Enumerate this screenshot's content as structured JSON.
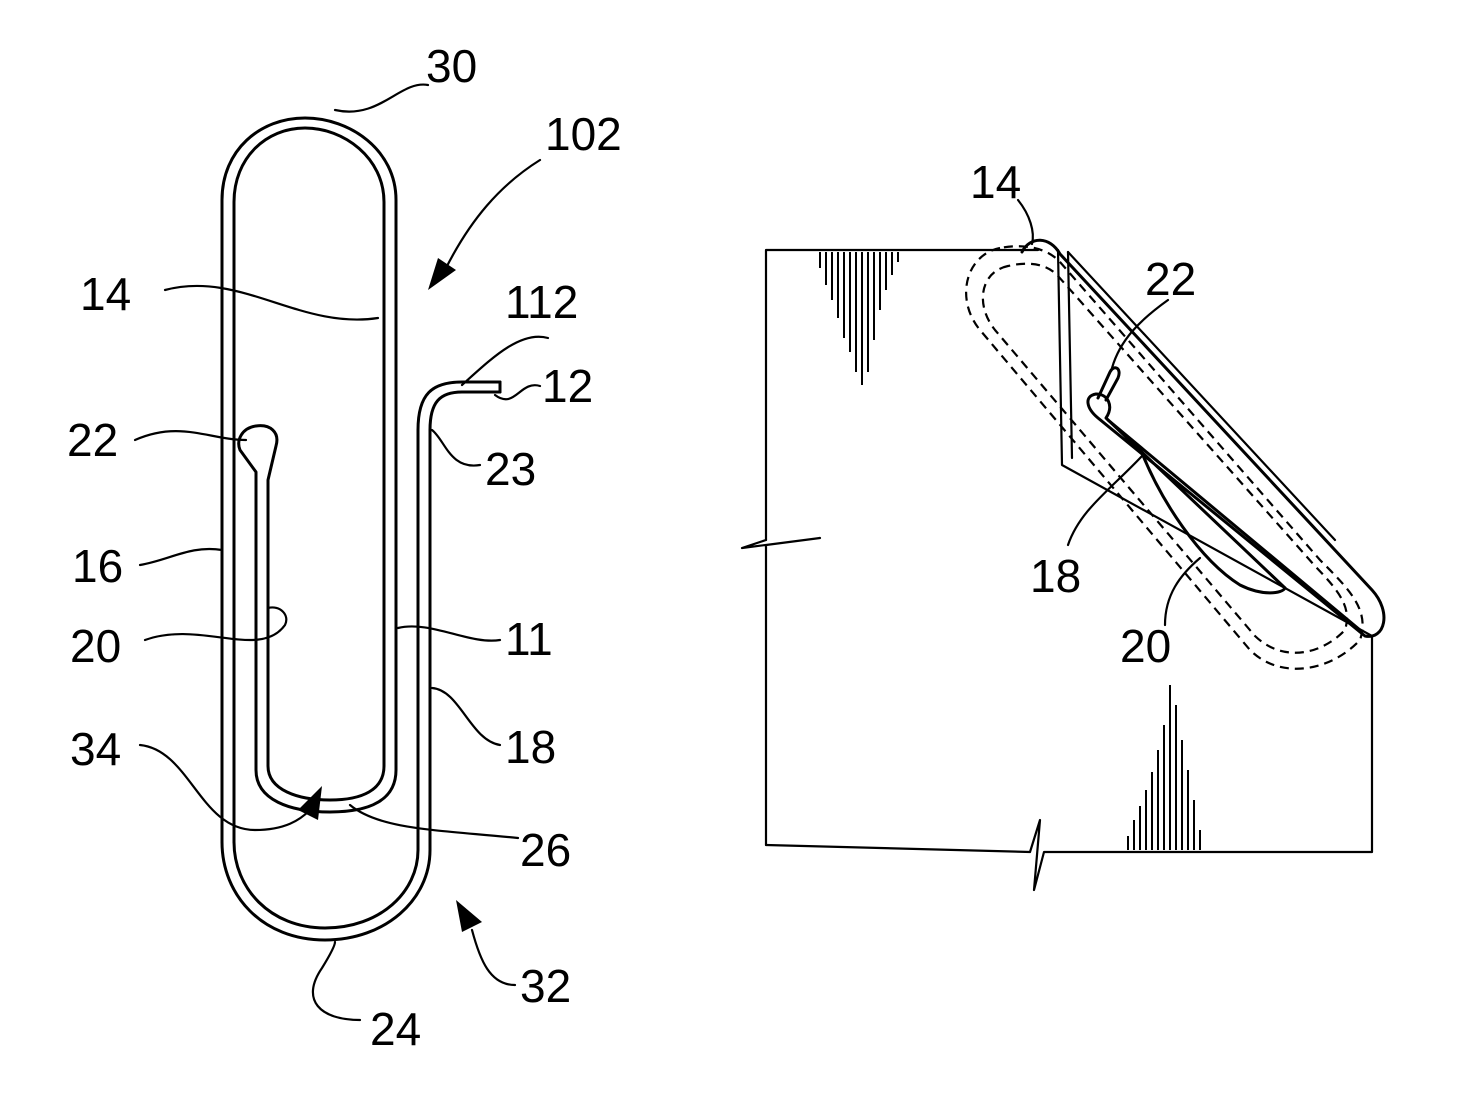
{
  "figure_left": {
    "labels": {
      "l30": "30",
      "l102": "102",
      "l14": "14",
      "l112": "112",
      "l12": "12",
      "l22": "22",
      "l23": "23",
      "l16": "16",
      "l20": "20",
      "l11": "11",
      "l18": "18",
      "l34": "34",
      "l26": "26",
      "l32": "32",
      "l24": "24"
    }
  },
  "figure_right": {
    "labels": {
      "l14": "14",
      "l22": "22",
      "l18": "18",
      "l20": "20"
    }
  }
}
